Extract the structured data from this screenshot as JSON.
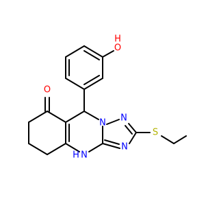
{
  "atoms": {
    "O_hydroxyl": "O",
    "H_hydroxyl": "H",
    "O_ketone": "O",
    "N_ring_1": "N",
    "N_ring_2": "N",
    "N_ring_3": "N",
    "N_amine": "N",
    "H_amine": "H",
    "S_thioether": "S"
  },
  "colors": {
    "oxygen": "#ff0000",
    "nitrogen": "#0000ff",
    "sulfur": "#b3b300",
    "carbon_bond": "#000000",
    "background": "#ffffff"
  }
}
